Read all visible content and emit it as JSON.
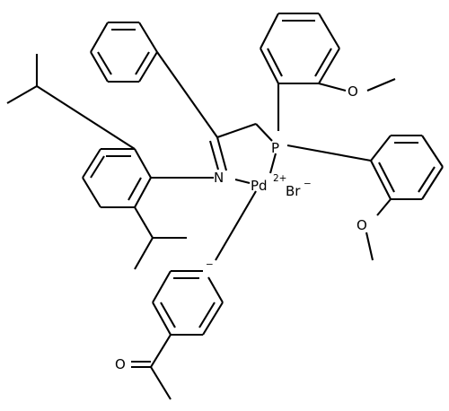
{
  "molecule": {
    "atoms": [
      {
        "id": "Pd",
        "symbol": "Pd",
        "charge": "2+"
      },
      {
        "id": "Br",
        "symbol": "Br",
        "charge": "−"
      },
      {
        "id": "P",
        "symbol": "P"
      },
      {
        "id": "N",
        "symbol": "N"
      },
      {
        "id": "Ccarb",
        "symbol": "C",
        "charge": "−"
      },
      {
        "id": "O1",
        "symbol": "O"
      },
      {
        "id": "O2",
        "symbol": "O"
      },
      {
        "id": "O3",
        "symbol": "O"
      }
    ],
    "fragments": [
      "phenyl",
      "2,6-diisopropylphenyl",
      "2-methoxyphenyl",
      "2-methoxyphenyl",
      "4-acetylphenyl",
      "bromide"
    ],
    "colors": {
      "bond": "#000000",
      "label": "#000000",
      "background": "#ffffff"
    }
  }
}
